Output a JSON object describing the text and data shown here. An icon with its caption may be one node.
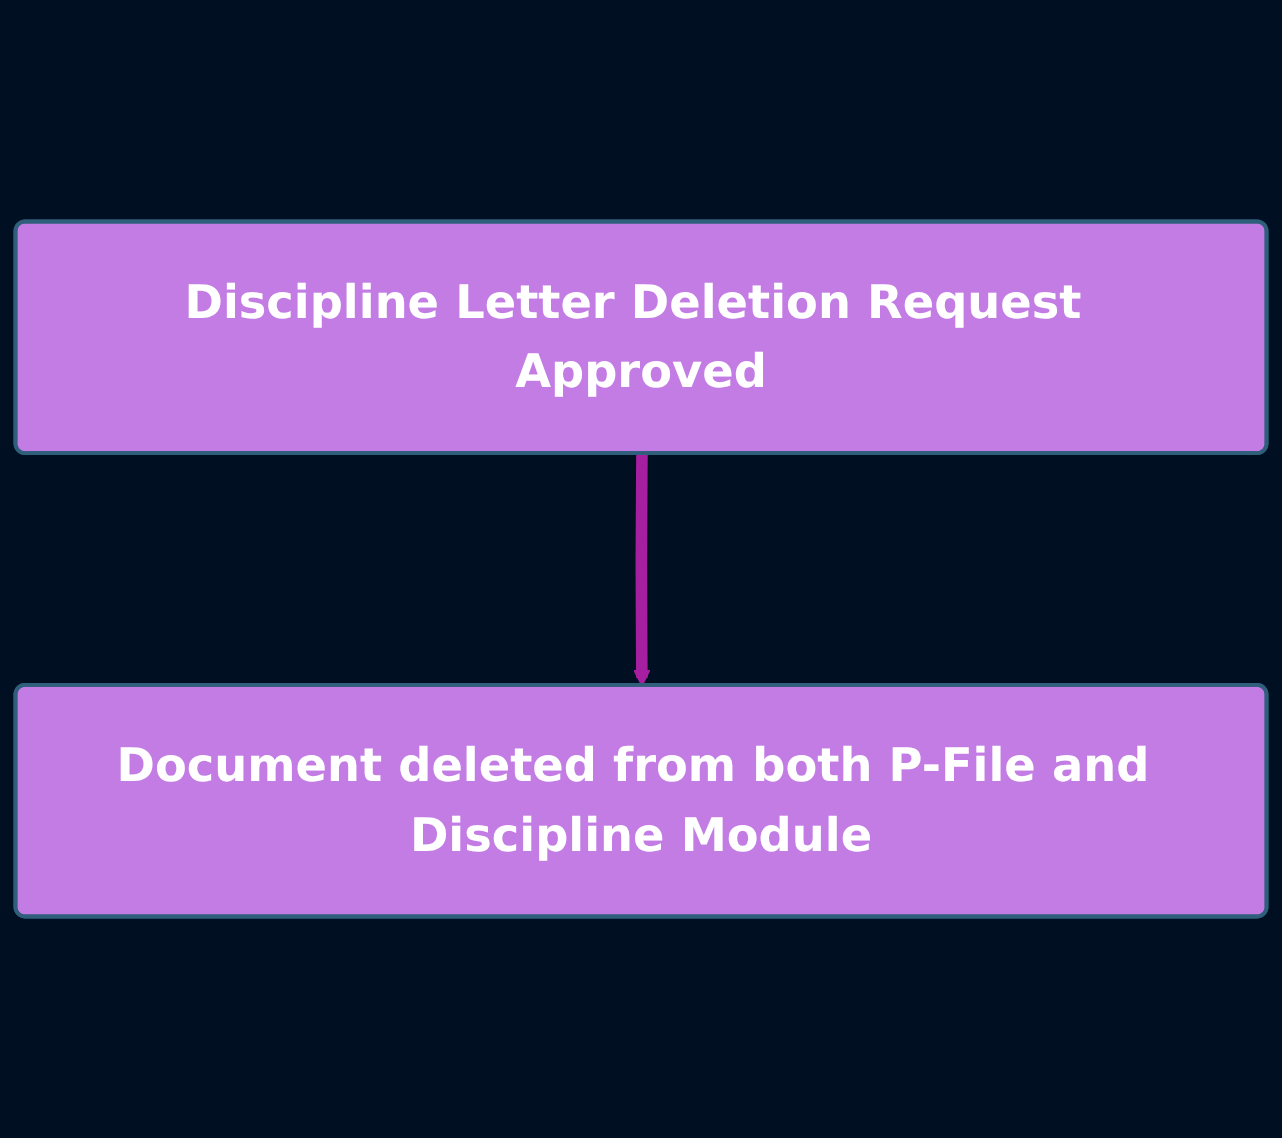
{
  "diagram": {
    "nodes": [
      {
        "text": [
          "Discipline Letter Deletion Request Approved"
        ]
      },
      {
        "text": [
          "Document deleted from both P-File and Discipline Module"
        ]
      }
    ],
    "edges": [
      {
        "from": 0,
        "to": 1,
        "arrow": "to"
      }
    ]
  }
}
